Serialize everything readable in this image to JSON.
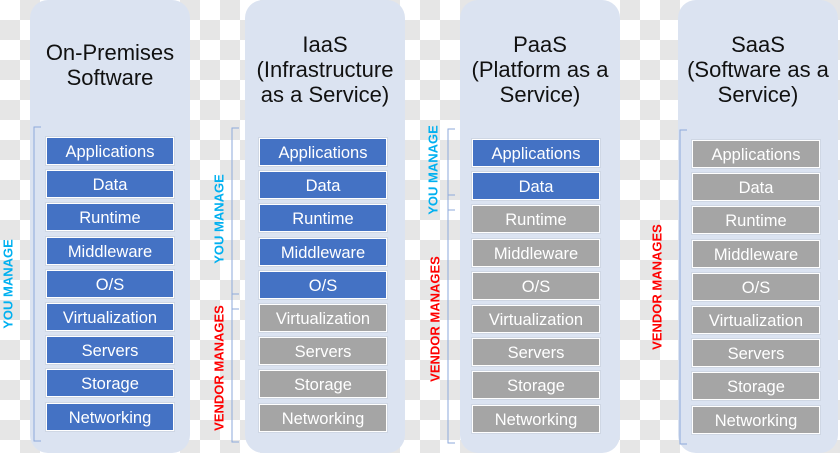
{
  "colors": {
    "you_manage": "#4472c4",
    "vendor_manages": "#a5a5a5",
    "you_label": "#00b0f0",
    "vendor_label": "#ff0000",
    "panel": "#dbe3f1"
  },
  "columns": [
    {
      "title_lines": [
        "On-Premises",
        "Software"
      ],
      "you_label": "YOU MANAGE",
      "vendor_label": "",
      "items": [
        {
          "label": "Applications",
          "managed_by": "you"
        },
        {
          "label": "Data",
          "managed_by": "you"
        },
        {
          "label": "Runtime",
          "managed_by": "you"
        },
        {
          "label": "Middleware",
          "managed_by": "you"
        },
        {
          "label": "O/S",
          "managed_by": "you"
        },
        {
          "label": "Virtualization",
          "managed_by": "you"
        },
        {
          "label": "Servers",
          "managed_by": "you"
        },
        {
          "label": "Storage",
          "managed_by": "you"
        },
        {
          "label": "Networking",
          "managed_by": "you"
        }
      ]
    },
    {
      "title_lines": [
        "IaaS",
        "(Infrastructure",
        "as a Service)"
      ],
      "you_label": "YOU MANAGE",
      "vendor_label": "VENDOR MANAGES",
      "items": [
        {
          "label": "Applications",
          "managed_by": "you"
        },
        {
          "label": "Data",
          "managed_by": "you"
        },
        {
          "label": "Runtime",
          "managed_by": "you"
        },
        {
          "label": "Middleware",
          "managed_by": "you"
        },
        {
          "label": "O/S",
          "managed_by": "you"
        },
        {
          "label": "Virtualization",
          "managed_by": "vendor"
        },
        {
          "label": "Servers",
          "managed_by": "vendor"
        },
        {
          "label": "Storage",
          "managed_by": "vendor"
        },
        {
          "label": "Networking",
          "managed_by": "vendor"
        }
      ]
    },
    {
      "title_lines": [
        "PaaS",
        "(Platform as a",
        "Service)"
      ],
      "you_label": "YOU MANAGE",
      "vendor_label": "VENDOR MANAGES",
      "items": [
        {
          "label": "Applications",
          "managed_by": "you"
        },
        {
          "label": "Data",
          "managed_by": "you"
        },
        {
          "label": "Runtime",
          "managed_by": "vendor"
        },
        {
          "label": "Middleware",
          "managed_by": "vendor"
        },
        {
          "label": "O/S",
          "managed_by": "vendor"
        },
        {
          "label": "Virtualization",
          "managed_by": "vendor"
        },
        {
          "label": "Servers",
          "managed_by": "vendor"
        },
        {
          "label": "Storage",
          "managed_by": "vendor"
        },
        {
          "label": "Networking",
          "managed_by": "vendor"
        }
      ]
    },
    {
      "title_lines": [
        "SaaS",
        "(Software as a",
        "Service)"
      ],
      "you_label": "",
      "vendor_label": "VENDOR MANAGES",
      "items": [
        {
          "label": "Applications",
          "managed_by": "vendor"
        },
        {
          "label": "Data",
          "managed_by": "vendor"
        },
        {
          "label": "Runtime",
          "managed_by": "vendor"
        },
        {
          "label": "Middleware",
          "managed_by": "vendor"
        },
        {
          "label": "O/S",
          "managed_by": "vendor"
        },
        {
          "label": "Virtualization",
          "managed_by": "vendor"
        },
        {
          "label": "Servers",
          "managed_by": "vendor"
        },
        {
          "label": "Storage",
          "managed_by": "vendor"
        },
        {
          "label": "Networking",
          "managed_by": "vendor"
        }
      ]
    }
  ]
}
